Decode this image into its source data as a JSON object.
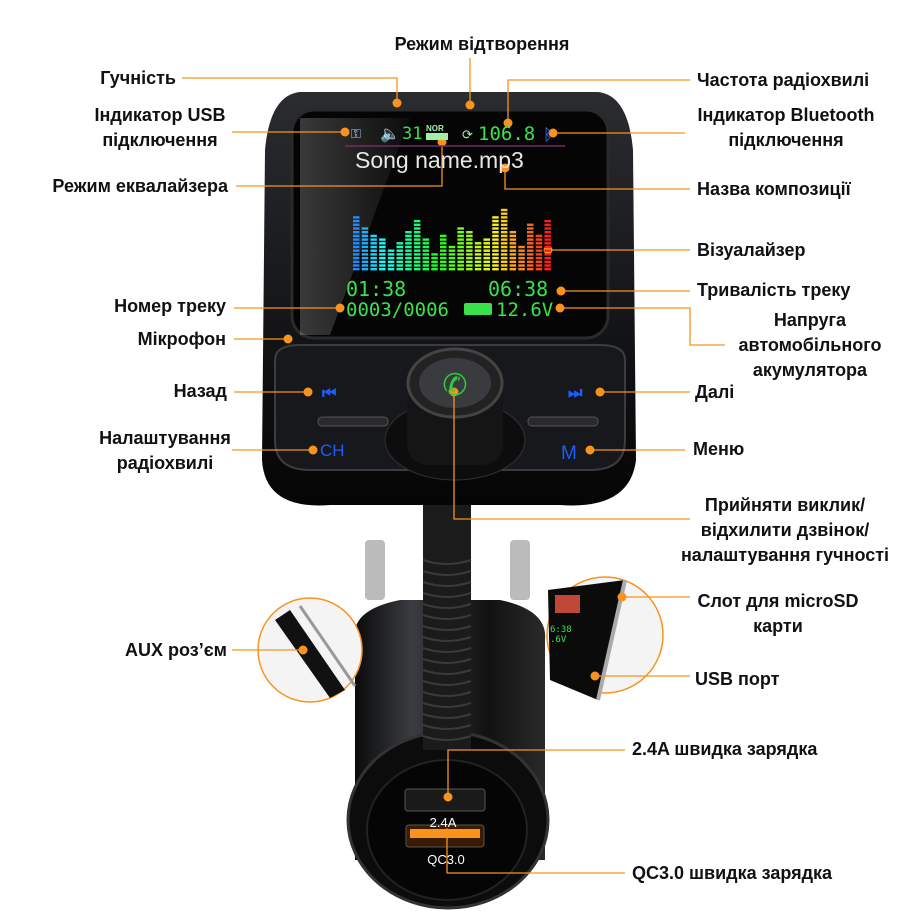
{
  "labels": {
    "playback_mode": "Режим відтворення",
    "volume": "Гучність",
    "usb_indicator": [
      "Індикатор USB",
      "підключення"
    ],
    "fm_frequency": "Частота радіохвилі",
    "bluetooth_indicator": [
      "Індикатор Bluetooth",
      "підключення"
    ],
    "eq_mode": "Режим еквалайзера",
    "song_title": "Назва композиції",
    "visualizer": "Візуалайзер",
    "track_duration": "Тривалість треку",
    "track_number": "Номер треку",
    "battery_voltage": [
      "Напруга",
      "автомобільного",
      "акумулятора"
    ],
    "microphone": "Мікрофон",
    "previous": "Назад",
    "next": "Далі",
    "fm_tuning": [
      "Налаштування",
      "радіохвилі"
    ],
    "menu": "Меню",
    "call_button": [
      "Прийняти виклик/",
      "відхилити дзвінок/",
      "налаштування гучності"
    ],
    "aux_port": "AUX роз’єм",
    "microsd_slot": [
      "Слот для microSD",
      "карти"
    ],
    "usb_port": "USB порт",
    "fast_charge_24": "2.4A швидка зарядка",
    "fast_charge_qc": "QC3.0 швидка зарядка"
  },
  "screen": {
    "volume_value": "31",
    "eq_mode": "NOR",
    "frequency": "106.8",
    "song": "Song name.mp3",
    "elapsed": "01:38",
    "duration": "06:38",
    "track": "0003/0006",
    "voltage": "12.6V",
    "visualizer_levels": [
      15,
      12,
      10,
      9,
      6,
      8,
      11,
      14,
      9,
      5,
      10,
      7,
      12,
      11,
      8,
      9,
      15,
      17,
      11,
      7,
      13,
      10,
      14
    ]
  },
  "device": {
    "ch_label": "CH",
    "m_label": "M",
    "port1_label": "2.4A",
    "port2_label": "QC3.0"
  },
  "colors": {
    "accent": "#f7931e",
    "screen_green": "#39e24a",
    "button_blue": "#1f5bff"
  }
}
